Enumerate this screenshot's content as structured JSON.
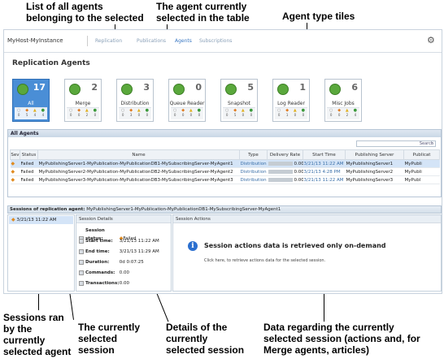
{
  "callouts": {
    "list_agents": "List of all agents\nbelonging to the selected",
    "agent_selected": "The agent currently\nselected in the table",
    "agent_tiles": "Agent type tiles",
    "sessions_ran": "Sessions ran\nby the\ncurrently\nselected agent",
    "current_session": "The currently\nselected\nsession",
    "session_details": "Details of the\ncurrently\nselected session",
    "session_data": "Data regarding the currently\nselected session (actions and, for\nMerge agents, articles)"
  },
  "header": {
    "host": "MyHost-MyInstance",
    "nav": [
      "Replication",
      "Publications",
      "Agents",
      "Subscriptions"
    ],
    "active": "Agents"
  },
  "page_title": "Replication Agents",
  "tiles": [
    {
      "label": "All",
      "count": "17",
      "c": [
        "0",
        "5",
        "4",
        "4"
      ]
    },
    {
      "label": "Merge",
      "count": "2",
      "c": [
        "0",
        "0",
        "2",
        "0"
      ]
    },
    {
      "label": "Distribution",
      "count": "3",
      "c": [
        "0",
        "3",
        "0",
        "0"
      ]
    },
    {
      "label": "Queue Reader",
      "count": "0",
      "c": [
        "0",
        "0",
        "0",
        "0"
      ]
    },
    {
      "label": "Snapshot",
      "count": "5",
      "c": [
        "0",
        "5",
        "0",
        "0"
      ]
    },
    {
      "label": "Log Reader",
      "count": "1",
      "c": [
        "0",
        "1",
        "0",
        "0"
      ]
    },
    {
      "label": "Misc Jobs",
      "count": "6",
      "c": [
        "0",
        "0",
        "2",
        "4"
      ]
    }
  ],
  "all_agents": {
    "title": "All Agents",
    "search_placeholder": "Search",
    "columns": [
      "Sev",
      "Status",
      "Name",
      "Type",
      "Delivery Rate",
      "Start Time",
      "Publishing Server",
      "Publicat"
    ],
    "rows": [
      {
        "status": "Failed",
        "name": "MyPublishingServer1-MyPublication-MyPublicationDB1-MySubscribingServer-MyAgent1",
        "type": "Distribution",
        "rate": "0.00",
        "start": "3/21/13 11:22 AM",
        "server": "MyPublishingServer1",
        "pub": "MyPubli"
      },
      {
        "status": "Failed",
        "name": "MyPublishingServer2-MyPublication-MyPublicationDB2-MySubscribingServer-MyAgent2",
        "type": "Distribution",
        "rate": "0.00",
        "start": "3/21/13 4:28 PM",
        "server": "MyPublishingServer2",
        "pub": "MyPubli"
      },
      {
        "status": "Failed",
        "name": "MyPublishingServer3-MyPublication-MyPublicationDB3-MySubscribingServer-MyAgent3",
        "type": "Distribution",
        "rate": "0.00",
        "start": "3/21/13 11:22 AM",
        "server": "MyPublishingServer3",
        "pub": "MyPubl"
      }
    ]
  },
  "sessions": {
    "label": "Sessions of replication agent:",
    "agent": "MyPublishingServer1-MyPublication-MyPublicationDB1-MySubscribingServer-MyAgent1",
    "items": [
      "3/21/13 11:22 AM"
    ]
  },
  "details": {
    "title": "Session Details",
    "rows": [
      {
        "k": "Session status:",
        "v": "Failed"
      },
      {
        "k": "Start time:",
        "v": "3/21/13 11:22 AM"
      },
      {
        "k": "End time:",
        "v": "3/21/13 11:29 AM"
      },
      {
        "k": "Duration:",
        "v": "0d 0:07:25"
      },
      {
        "k": "Commands:",
        "v": "0.00"
      },
      {
        "k": "Transactions:",
        "v": "0.00"
      }
    ]
  },
  "actions": {
    "title": "Session Actions",
    "heading": "Session actions data is retrieved only on-demand",
    "sub": "Click here, to retrieve actions data for the selected session."
  },
  "icons": [
    "gear-icon",
    "search-icon",
    "agent-icon",
    "info-icon"
  ]
}
